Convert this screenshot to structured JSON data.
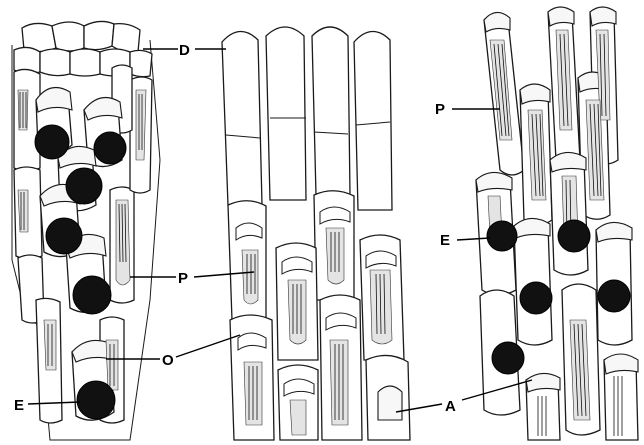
{
  "labels": {
    "D": "D",
    "P_left": "P",
    "O": "O",
    "E_left": "E",
    "A": "A",
    "P_right": "P",
    "E_right": "E"
  },
  "colors": {
    "background": "#ffffff",
    "line": "#1a1a1a",
    "oil_droplet": "#111111",
    "stipple": "#e4e4e4"
  }
}
